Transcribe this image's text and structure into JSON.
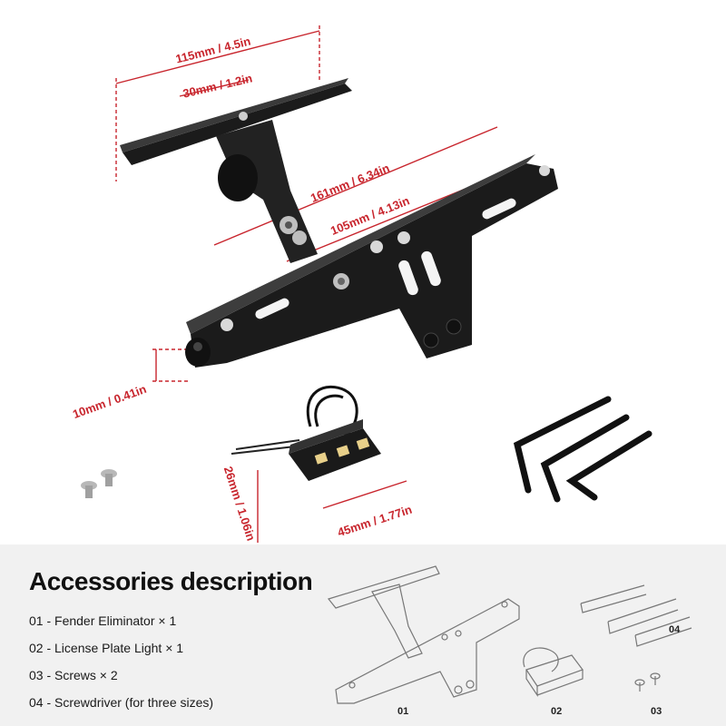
{
  "dimensions": {
    "width_total": "115mm / 4.5in",
    "slot_width": "30mm / 1.2in",
    "length_total": "161mm / 6.34in",
    "hole_spacing": "105mm / 4.13in",
    "thickness": "10mm / 0.41in",
    "light_height": "26mm / 1.06in",
    "light_width": "45mm / 1.77in"
  },
  "accessories": {
    "heading": "Accessories description",
    "items": [
      "01 - Fender Eliminator × 1",
      "02 - License Plate Light × 1",
      "03 - Screws × 2",
      "04 - Screwdriver (for three sizes)"
    ],
    "labels": [
      "01",
      "02",
      "03",
      "04"
    ]
  },
  "colors": {
    "dimension_red": "#c8252d",
    "metal_black": "#1b1b1b",
    "panel_gray": "#f1f1f1"
  }
}
